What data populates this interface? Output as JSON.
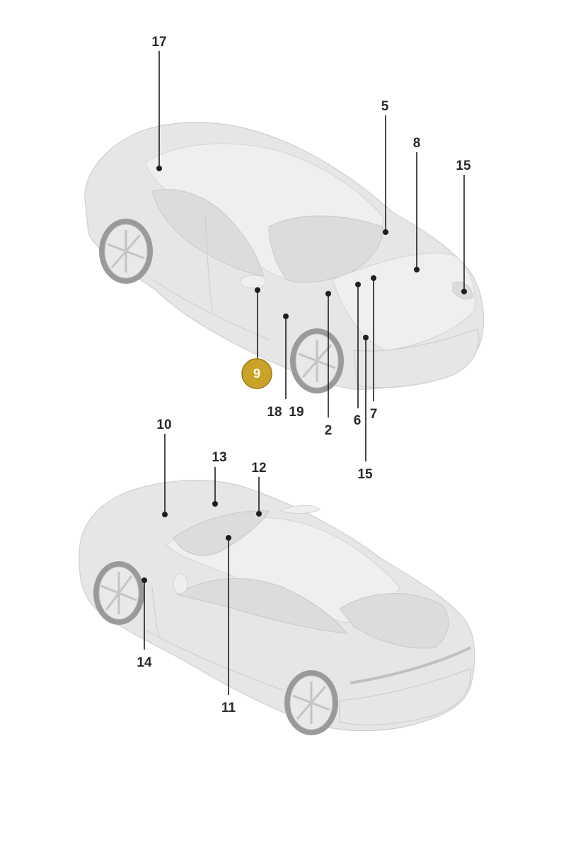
{
  "diagram": {
    "callouts": [
      {
        "id": "c17",
        "label": "17"
      },
      {
        "id": "c5",
        "label": "5"
      },
      {
        "id": "c8",
        "label": "8"
      },
      {
        "id": "c15a",
        "label": "15"
      },
      {
        "id": "c9",
        "label": "9",
        "highlighted": true
      },
      {
        "id": "c18",
        "label": "18"
      },
      {
        "id": "c19",
        "label": "19"
      },
      {
        "id": "c2",
        "label": "2"
      },
      {
        "id": "c6",
        "label": "6"
      },
      {
        "id": "c7",
        "label": "7"
      },
      {
        "id": "c15b",
        "label": "15"
      },
      {
        "id": "c10",
        "label": "10"
      },
      {
        "id": "c13",
        "label": "13"
      },
      {
        "id": "c12",
        "label": "12"
      },
      {
        "id": "c14",
        "label": "14"
      },
      {
        "id": "c11",
        "label": "11"
      }
    ],
    "colors": {
      "highlight": "#c9a227",
      "car_body": "#e6e6e6",
      "leader_line": "#1e1e1e",
      "label_text": "#2a2a2a"
    }
  }
}
